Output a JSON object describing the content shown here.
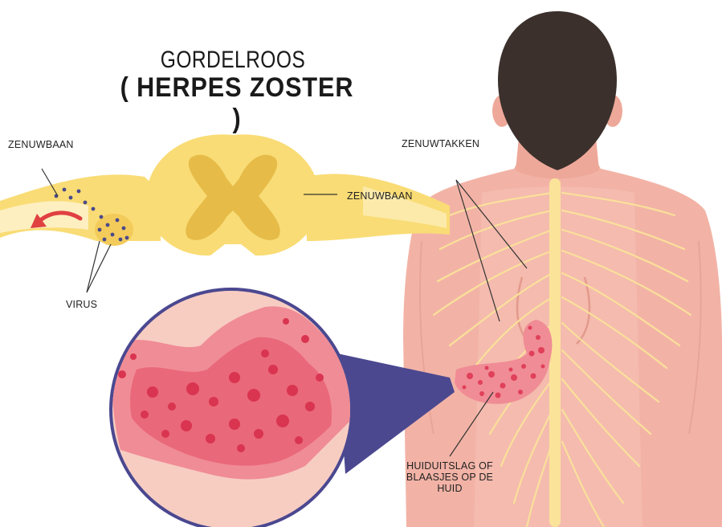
{
  "title": {
    "line1": "GORDELROOS",
    "line2": "( HERPES ZOSTER )"
  },
  "labels": {
    "nerve_path_left": "ZENUWBAAN",
    "nerve_path_center": "ZENUWBAAN",
    "virus": "VIRUS",
    "nerve_branches": "ZENUWTAKKEN",
    "rash": "HUIDUITSLAG OF BLAASJES OP DE HUID"
  },
  "colors": {
    "nerve_yellow": "#f9dc75",
    "grey_matter": "#e6bb48",
    "skin": "#f2b3a6",
    "skin_light": "#f7cdc2",
    "hair": "#3b302c",
    "rash": "#e0405a",
    "magnifier_border": "#4b4890",
    "virus": "#4a4a8a",
    "arrow": "#e04040"
  },
  "icons": {
    "arrow": "curved-arrow-icon",
    "magnifier": "magnifier-circle"
  }
}
